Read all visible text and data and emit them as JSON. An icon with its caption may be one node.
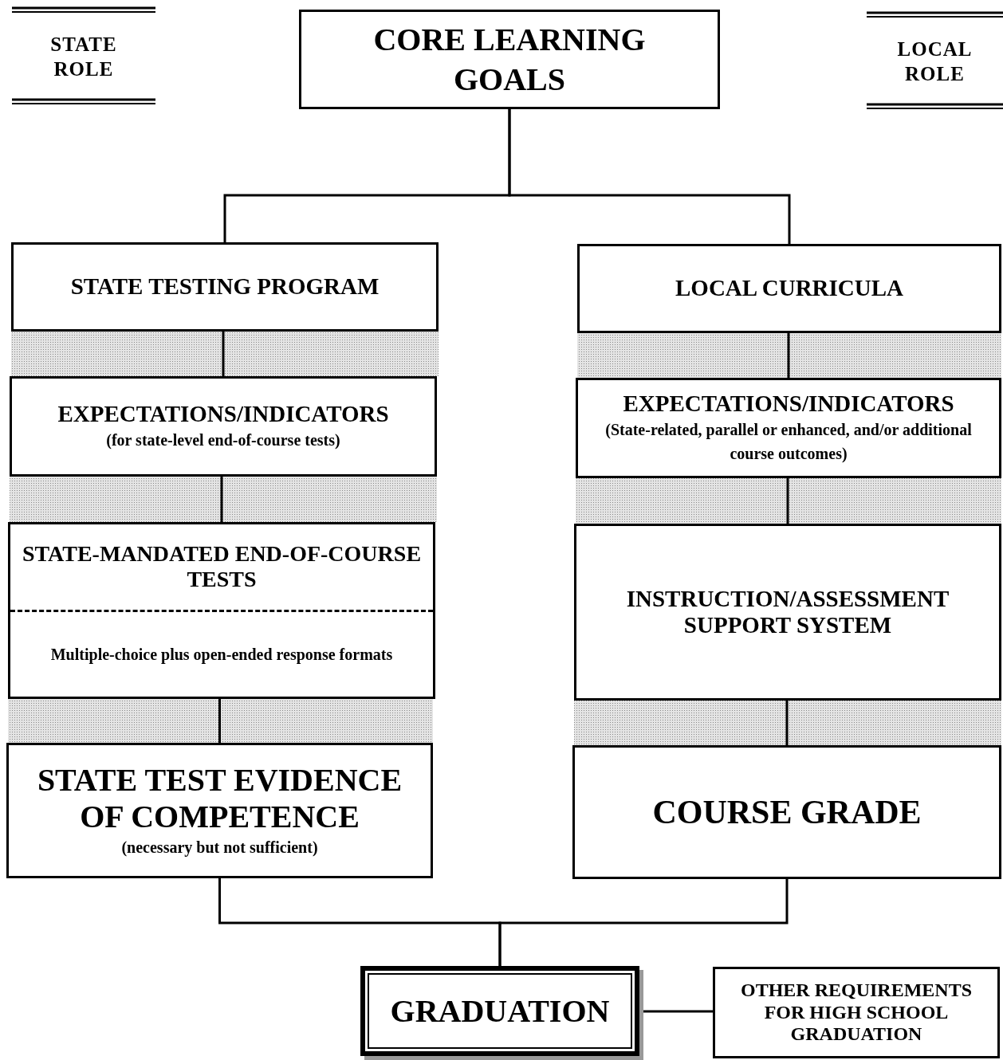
{
  "diagram": {
    "nodes": [
      {
        "text": [
          "CORE LEARNING GOALS"
        ]
      },
      {
        "text": [
          "STATE TESTING PROGRAM"
        ]
      },
      {
        "text": [
          "EXPECTATIONS/INDICATORS",
          "(for state-level end-of-course tests)"
        ]
      },
      {
        "text": [
          "STATE-MANDATED END-OF-COURSE TESTS",
          "Multiple-choice plus open-ended response formats"
        ]
      },
      {
        "text": [
          "STATE TEST EVIDENCE OF COMPETENCE",
          "(necessary but not sufficient)"
        ]
      },
      {
        "text": [
          "LOCAL CURRICULA"
        ]
      },
      {
        "text": [
          "EXPECTATIONS/INDICATORS",
          "(State-related, parallel or enhanced, and/or additional course outcomes)"
        ]
      },
      {
        "text": [
          "INSTRUCTION/ASSESSMENT SUPPORT SYSTEM"
        ]
      },
      {
        "text": [
          "COURSE GRADE"
        ]
      },
      {
        "text": [
          "GRADUATION"
        ]
      },
      {
        "text": [
          "OTHER REQUIREMENTS FOR HIGH SCHOOL GRADUATION"
        ]
      }
    ],
    "edges": [
      {
        "from": 0,
        "to": 1,
        "arrow": "none"
      },
      {
        "from": 0,
        "to": 5,
        "arrow": "none"
      },
      {
        "from": 1,
        "to": 2,
        "arrow": "none"
      },
      {
        "from": 2,
        "to": 3,
        "arrow": "none"
      },
      {
        "from": 3,
        "to": 4,
        "arrow": "none"
      },
      {
        "from": 5,
        "to": 6,
        "arrow": "none"
      },
      {
        "from": 6,
        "to": 7,
        "arrow": "none"
      },
      {
        "from": 7,
        "to": 8,
        "arrow": "none"
      },
      {
        "from": 4,
        "to": 9,
        "arrow": "none"
      },
      {
        "from": 8,
        "to": 9,
        "arrow": "none"
      },
      {
        "from": 9,
        "to": 10,
        "arrow": "none"
      }
    ],
    "labels": [
      "STATE ROLE",
      "LOCAL ROLE"
    ]
  }
}
